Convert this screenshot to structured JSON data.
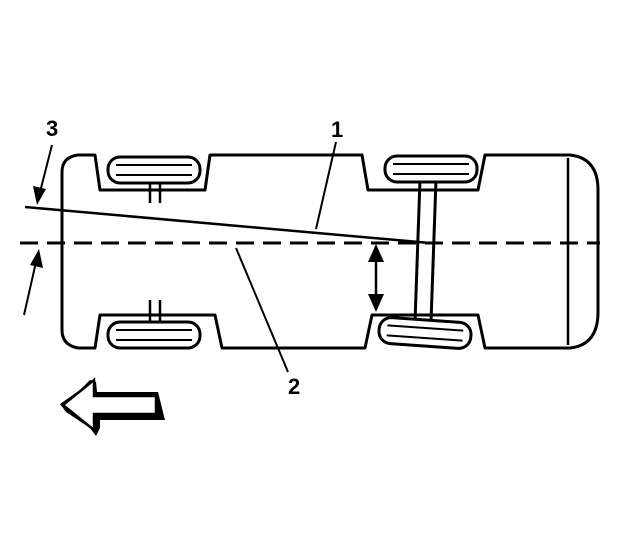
{
  "diagram": {
    "callouts": [
      {
        "id": "thrust-line",
        "label": "1"
      },
      {
        "id": "geometric-centerline",
        "label": "2"
      },
      {
        "id": "thrust-angle",
        "label": "3"
      }
    ],
    "colors": {
      "ink": "#000000",
      "background": "#ffffff",
      "arrow_fill": "#ffffff"
    }
  }
}
